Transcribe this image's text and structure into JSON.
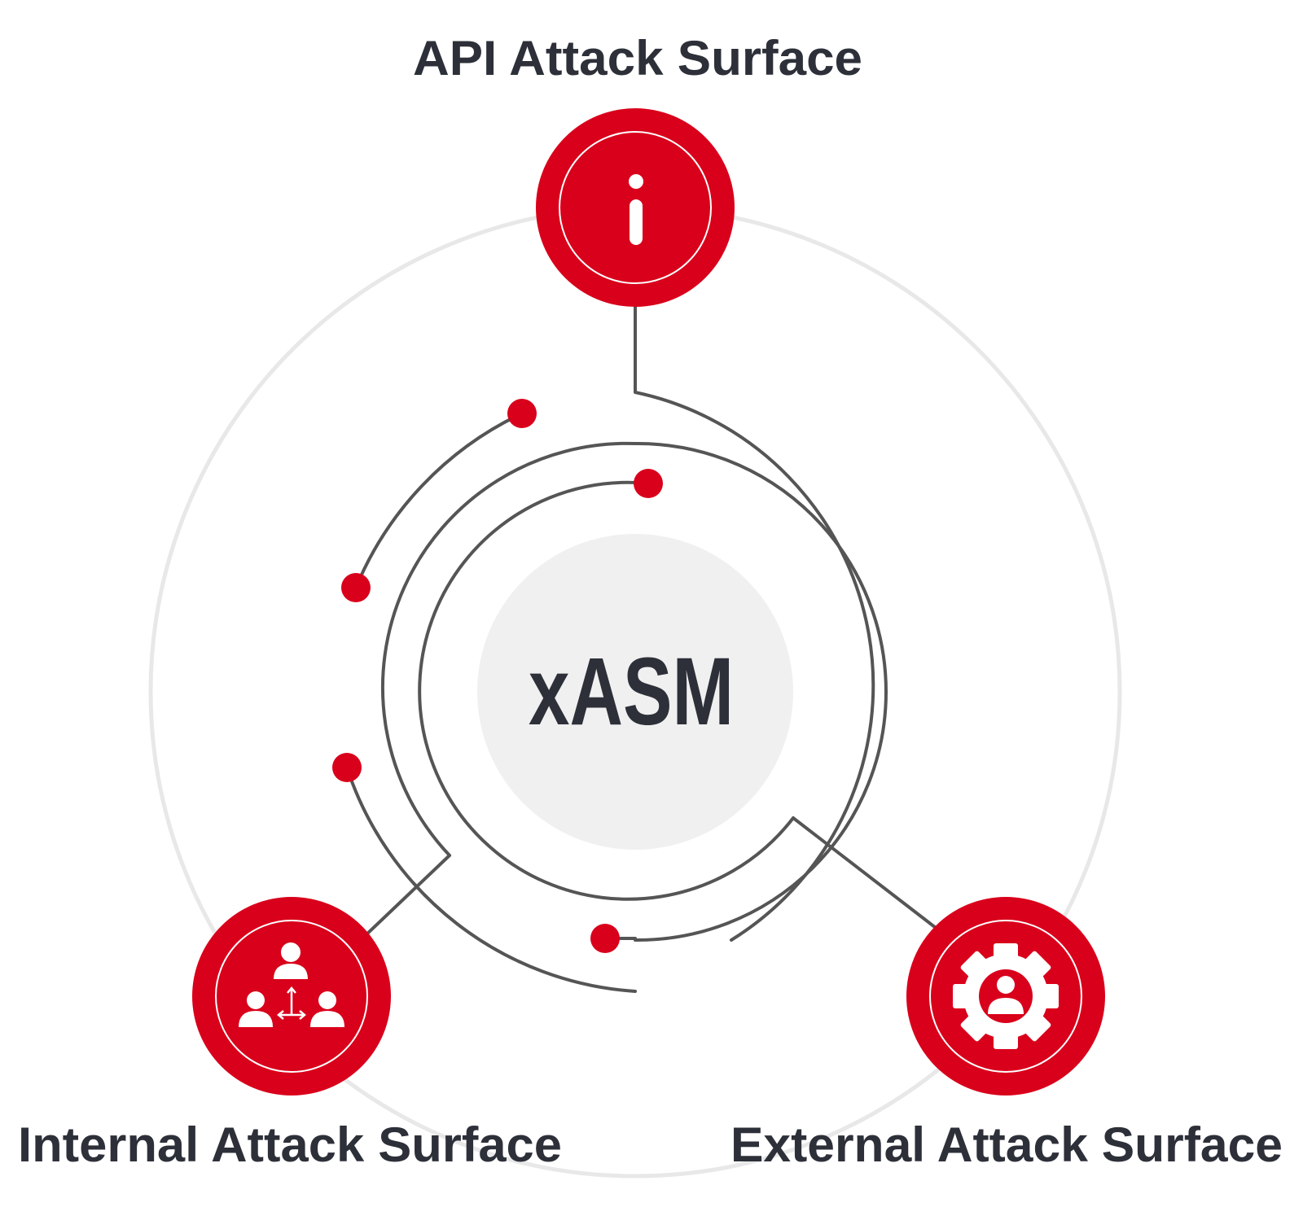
{
  "center": {
    "label": "xASM"
  },
  "nodes": [
    {
      "id": "api",
      "label": "API Attack Surface",
      "icon": "info-icon"
    },
    {
      "id": "internal",
      "label": "Internal Attack Surface",
      "icon": "users-network-icon"
    },
    {
      "id": "external",
      "label": "External Attack Surface",
      "icon": "gear-user-icon"
    }
  ],
  "colors": {
    "accent": "#d9001b",
    "text": "#2d3039",
    "line": "#555555",
    "outer_ring": "#e8e8e8",
    "hub_fill": "#f0f0f0"
  }
}
